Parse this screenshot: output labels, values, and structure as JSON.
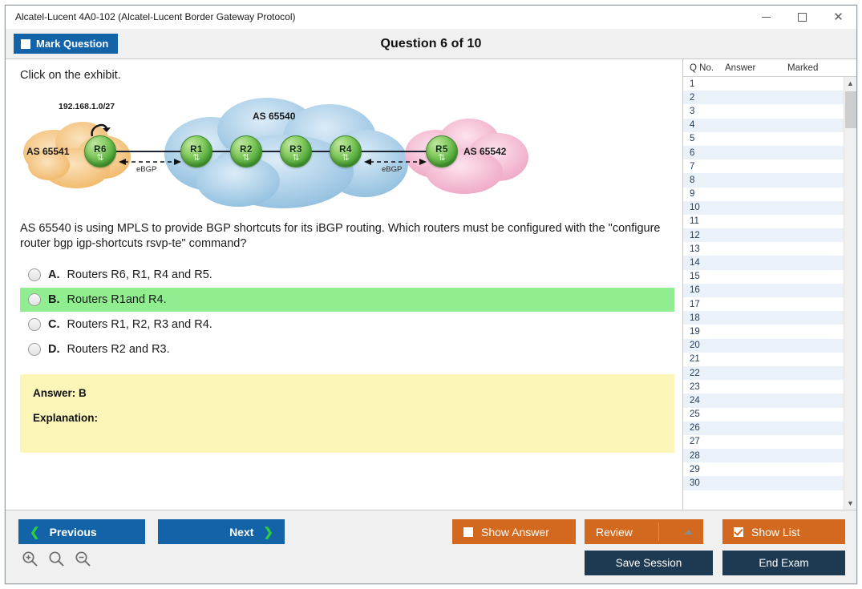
{
  "window": {
    "title": "Alcatel-Lucent 4A0-102 (Alcatel-Lucent Border Gateway Protocol)",
    "controls": {
      "minimize": "minimize-icon",
      "maximize": "maximize-icon",
      "close": "close-icon"
    }
  },
  "header": {
    "mark_label": "Mark Question",
    "mark_checked": false,
    "question_title": "Question 6 of 10"
  },
  "content": {
    "exhibit_prompt": "Click on the exhibit.",
    "question_text": "AS 65540 is using MPLS to provide BGP shortcuts for its iBGP routing. Which routers must be configured with the \"configure router bgp igp-shortcuts rsvp-te\" command?",
    "options": [
      {
        "letter": "A.",
        "text": "Routers R6, R1, R4 and R5.",
        "selected": false
      },
      {
        "letter": "B.",
        "text": "Routers R1and R4.",
        "selected": true
      },
      {
        "letter": "C.",
        "text": "Routers R1, R2, R3 and R4.",
        "selected": false
      },
      {
        "letter": "D.",
        "text": "Routers R2 and R3.",
        "selected": false
      }
    ],
    "answer": {
      "answer_line": "Answer: B",
      "explanation_line": "Explanation:"
    }
  },
  "diagram": {
    "subnet_label": "192.168.1.0/27",
    "clouds": [
      {
        "name": "AS 65541",
        "color": "#f5c98a"
      },
      {
        "name": "AS 65540",
        "color": "#a9cdea"
      },
      {
        "name": "AS 65542",
        "color": "#f2b6cf"
      }
    ],
    "routers": [
      "R6",
      "R1",
      "R2",
      "R3",
      "R4",
      "R5"
    ],
    "ebgp_left_label": "eBGP",
    "ebgp_right_label": "eBGP"
  },
  "list": {
    "columns": [
      "Q No.",
      "Answer",
      "Marked"
    ],
    "rows": [
      {
        "no": "1",
        "answer": "",
        "marked": ""
      },
      {
        "no": "2",
        "answer": "",
        "marked": ""
      },
      {
        "no": "3",
        "answer": "",
        "marked": ""
      },
      {
        "no": "4",
        "answer": "",
        "marked": ""
      },
      {
        "no": "5",
        "answer": "",
        "marked": ""
      },
      {
        "no": "6",
        "answer": "",
        "marked": ""
      },
      {
        "no": "7",
        "answer": "",
        "marked": ""
      },
      {
        "no": "8",
        "answer": "",
        "marked": ""
      },
      {
        "no": "9",
        "answer": "",
        "marked": ""
      },
      {
        "no": "10",
        "answer": "",
        "marked": ""
      },
      {
        "no": "11",
        "answer": "",
        "marked": ""
      },
      {
        "no": "12",
        "answer": "",
        "marked": ""
      },
      {
        "no": "13",
        "answer": "",
        "marked": ""
      },
      {
        "no": "14",
        "answer": "",
        "marked": ""
      },
      {
        "no": "15",
        "answer": "",
        "marked": ""
      },
      {
        "no": "16",
        "answer": "",
        "marked": ""
      },
      {
        "no": "17",
        "answer": "",
        "marked": ""
      },
      {
        "no": "18",
        "answer": "",
        "marked": ""
      },
      {
        "no": "19",
        "answer": "",
        "marked": ""
      },
      {
        "no": "20",
        "answer": "",
        "marked": ""
      },
      {
        "no": "21",
        "answer": "",
        "marked": ""
      },
      {
        "no": "22",
        "answer": "",
        "marked": ""
      },
      {
        "no": "23",
        "answer": "",
        "marked": ""
      },
      {
        "no": "24",
        "answer": "",
        "marked": ""
      },
      {
        "no": "25",
        "answer": "",
        "marked": ""
      },
      {
        "no": "26",
        "answer": "",
        "marked": ""
      },
      {
        "no": "27",
        "answer": "",
        "marked": ""
      },
      {
        "no": "28",
        "answer": "",
        "marked": ""
      },
      {
        "no": "29",
        "answer": "",
        "marked": ""
      },
      {
        "no": "30",
        "answer": "",
        "marked": ""
      }
    ]
  },
  "footer": {
    "previous_label": "Previous",
    "next_label": "Next",
    "show_answer_label": "Show Answer",
    "show_answer_checked": false,
    "review_label": "Review",
    "show_list_label": "Show List",
    "show_list_checked": true,
    "save_session_label": "Save Session",
    "end_exam_label": "End Exam",
    "zoom_in_icon": "zoom-in-icon",
    "zoom_reset_icon": "zoom-icon",
    "zoom_out_icon": "zoom-out-icon"
  },
  "colors": {
    "accent_blue": "#1263a8",
    "accent_orange": "#d2691e",
    "navy": "#1e3a52",
    "selected_green": "#90ee90",
    "answer_yellow": "#fcf5b8"
  }
}
